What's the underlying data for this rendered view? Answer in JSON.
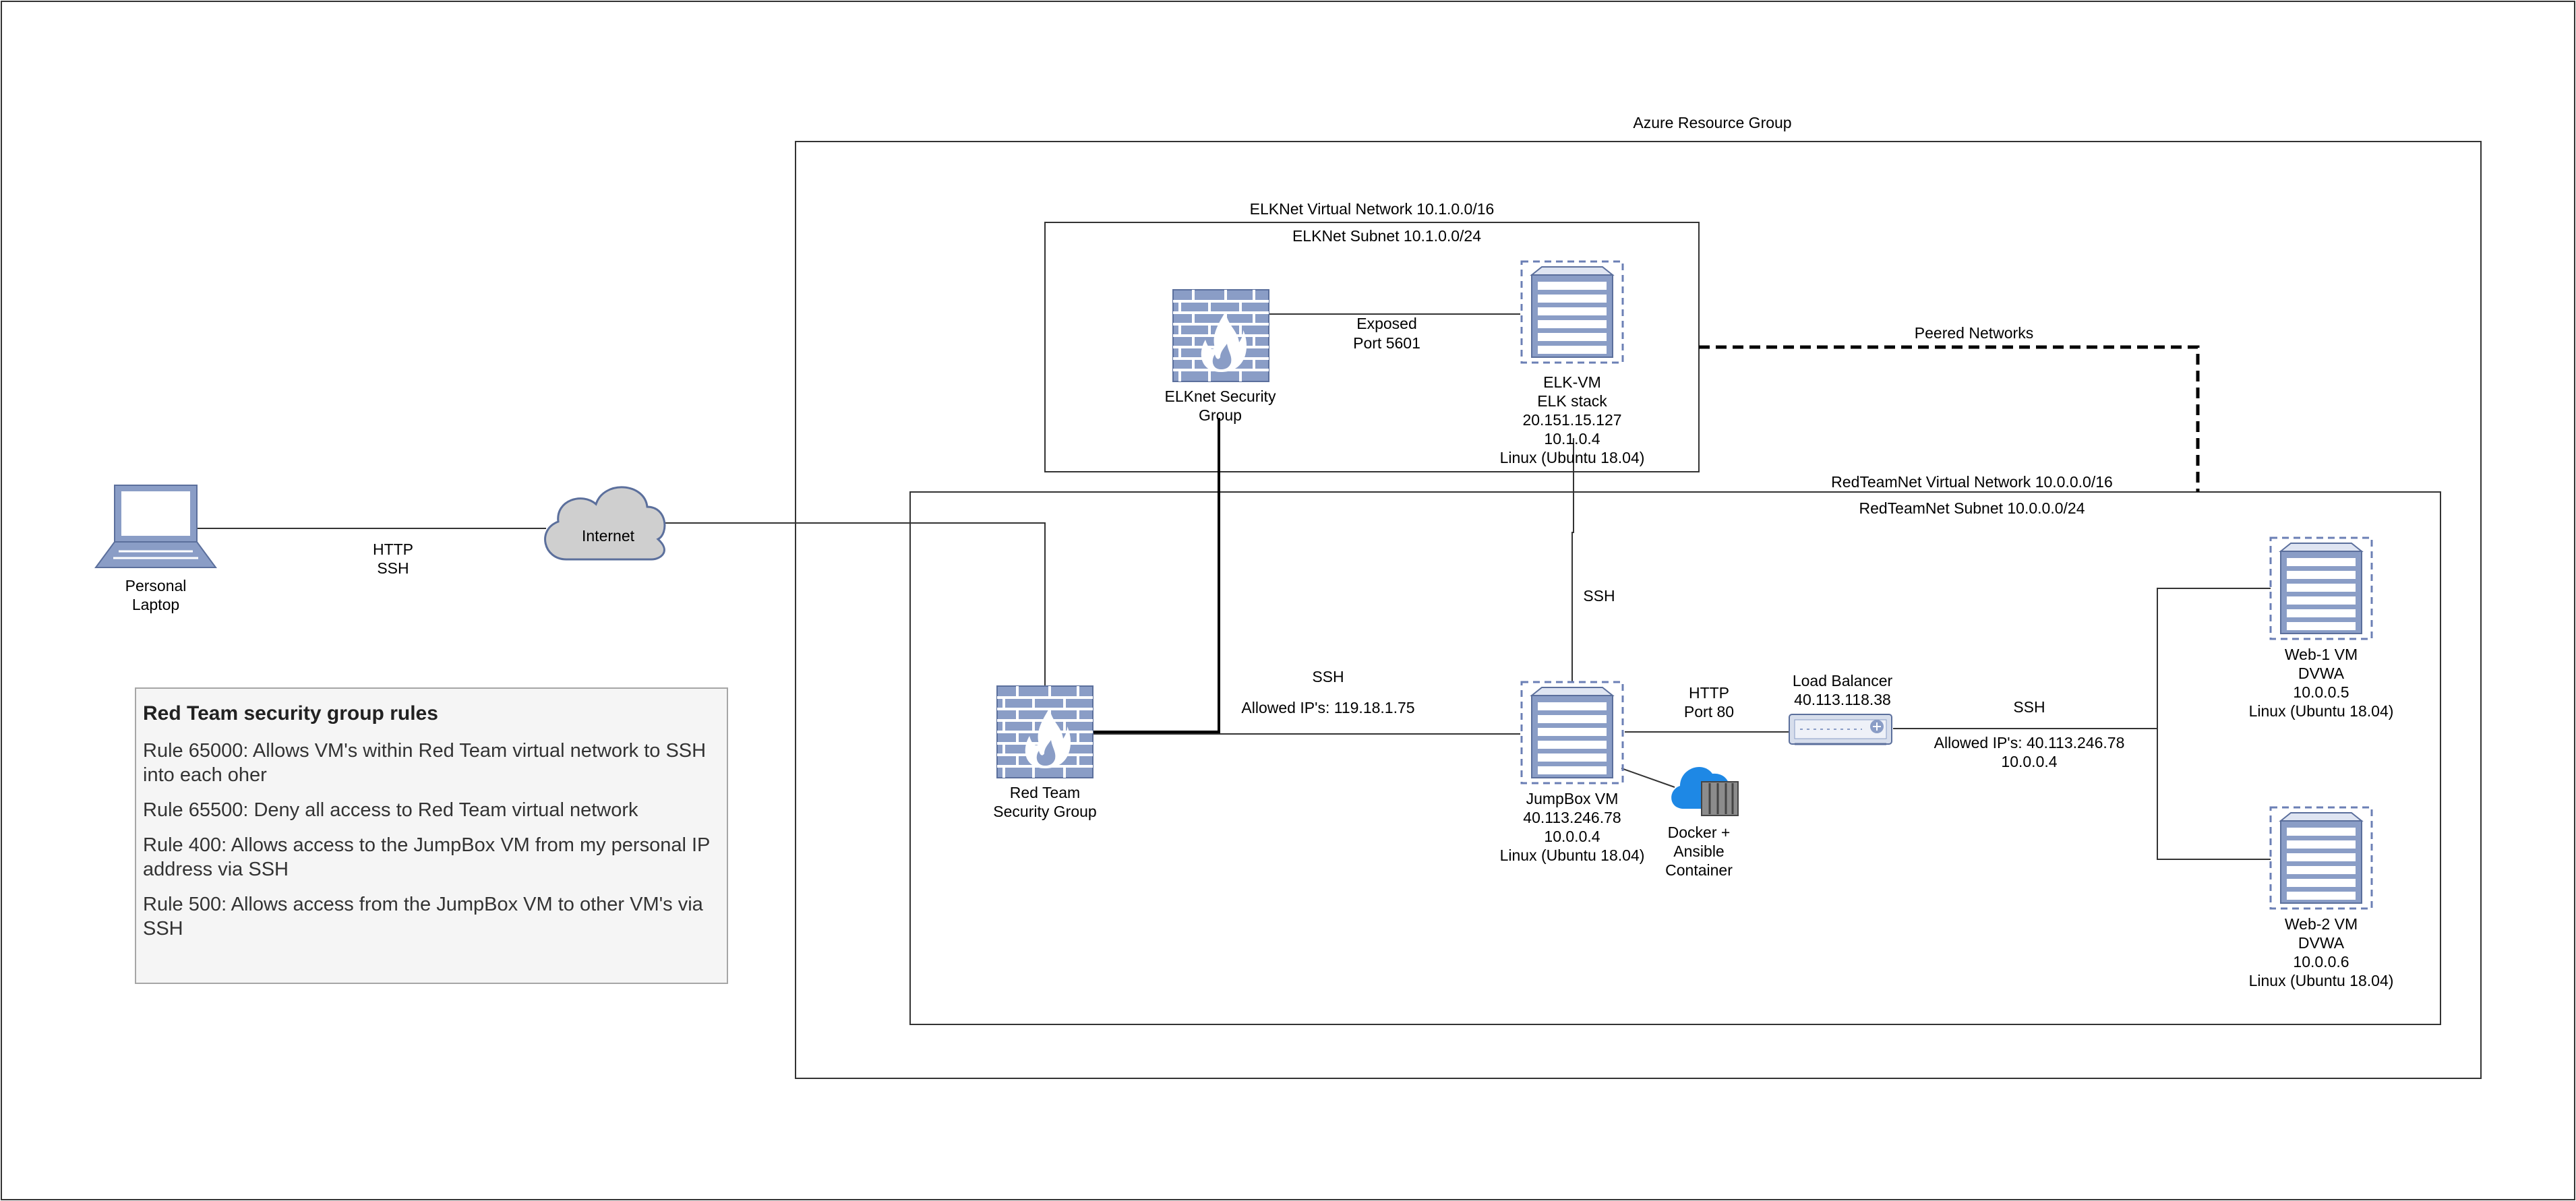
{
  "labels": {
    "azure_group": "Azure Resource Group",
    "elknet_vnet": "ELKNet Virtual Network 10.1.0.0/16",
    "elknet_subnet": "ELKNet Subnet 10.1.0.0/24",
    "redteam_vnet": "RedTeamNet Virtual Network 10.0.0.0/16",
    "redteam_subnet": "RedTeamNet Subnet 10.0.0.0/24",
    "peered": "Peered Networks",
    "exposed": [
      "Exposed",
      "Port 5601"
    ],
    "laptop_link": [
      "HTTP",
      "SSH"
    ],
    "ssh_elk_jump": "SSH",
    "ssh_nsg": "SSH",
    "allowed_ips_nsg": "Allowed IP's: 119.18.1.75",
    "http_lb": [
      "HTTP",
      "Port 80"
    ],
    "ssh_web": "SSH",
    "allowed_ips_web": [
      "Allowed IP's: 40.113.246.78",
      "10.0.0.4"
    ]
  },
  "nodes": {
    "laptop": [
      "Personal",
      "Laptop"
    ],
    "internet": "Internet",
    "elk_nsg": [
      "ELKnet Security",
      "Group"
    ],
    "elk_vm": [
      "ELK-VM",
      "ELK stack",
      "20.151.15.127",
      "10.1.0.4",
      "Linux (Ubuntu 18.04)"
    ],
    "red_nsg": [
      "Red Team",
      "Security Group"
    ],
    "jumpbox": [
      "JumpBox VM",
      "40.113.246.78",
      "10.0.0.4",
      "Linux (Ubuntu 18.04)"
    ],
    "docker": [
      "Docker +",
      "Ansible",
      "Container"
    ],
    "lb": [
      "Load Balancer",
      "40.113.118.38"
    ],
    "web1": [
      "Web-1 VM",
      "DVWA",
      "10.0.0.5",
      "Linux (Ubuntu 18.04)"
    ],
    "web2": [
      "Web-2 VM",
      "DVWA",
      "10.0.0.6",
      "Linux (Ubuntu 18.04)"
    ]
  },
  "rules_box": {
    "title": "Red Team security group rules",
    "rules": [
      "Rule 65000: Allows VM's within Red Team virtual network to SSH into each oher",
      "Rule 65500: Deny all access to Red Team virtual network",
      "Rule 400: Allows access to the JumpBox VM from my personal IP address via SSH",
      "Rule 500: Allows access from the JumpBox VM to other VM's via SSH"
    ]
  },
  "colors": {
    "icon_fill": "#8a9dc6",
    "icon_stroke": "#5b6f9c",
    "cloud_fill": "#cfcfcf",
    "docker_blue": "#1e88e5"
  }
}
